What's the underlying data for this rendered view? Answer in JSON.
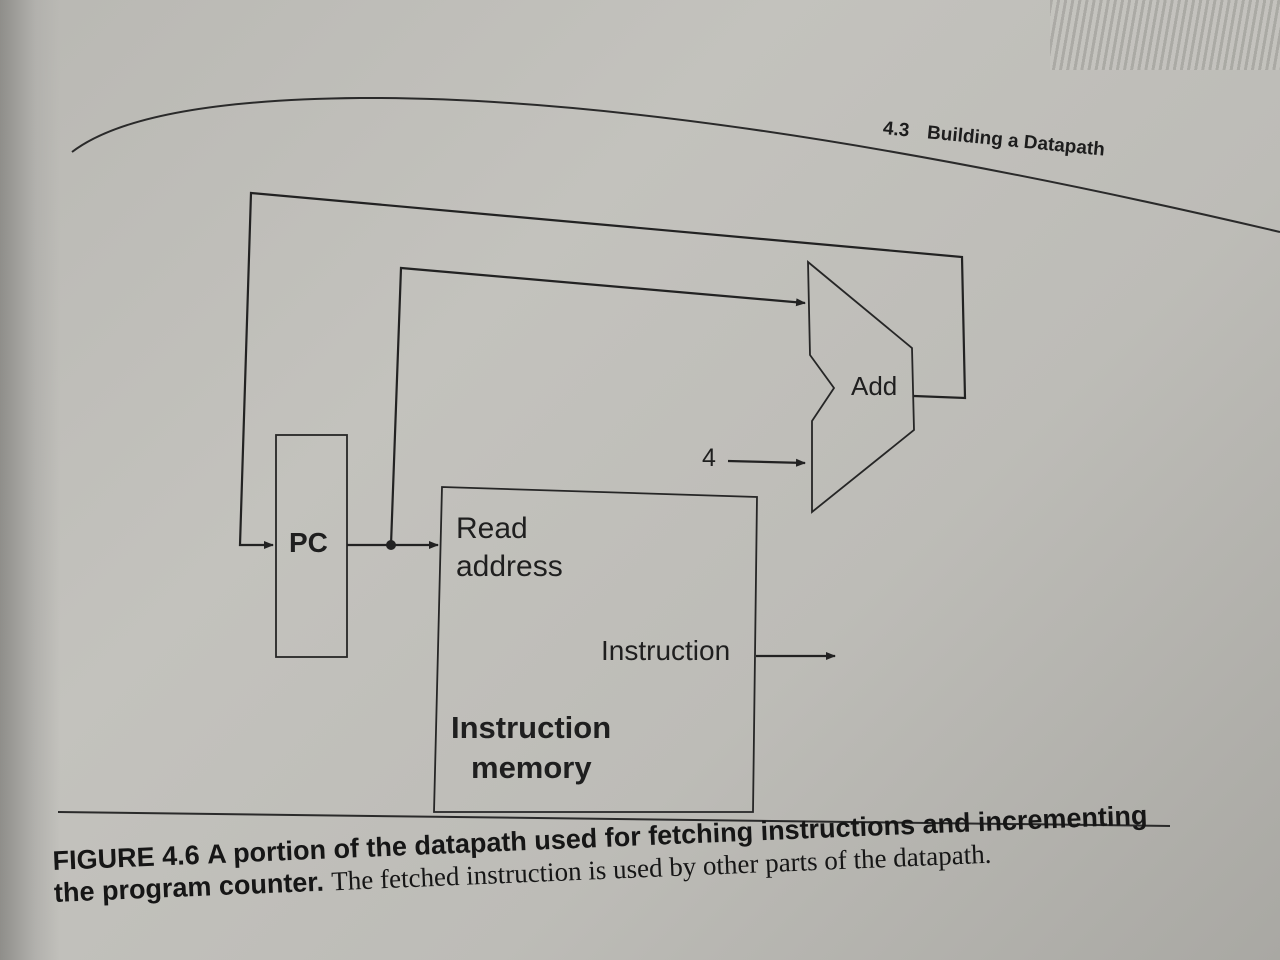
{
  "header": {
    "section_number": "4.3",
    "section_title": "Building a Datapath"
  },
  "diagram": {
    "pc_label": "PC",
    "memory_input_label_line1": "Read",
    "memory_input_label_line2": "address",
    "memory_output_label": "Instruction",
    "memory_name_line1": "Instruction",
    "memory_name_line2": "memory",
    "adder_label": "Add",
    "constant_input": "4"
  },
  "caption": {
    "figure_number": "FIGURE 4.6",
    "title": "A portion of the datapath used for fetching instructions and incrementing the program counter.",
    "body": "The fetched instruction is used by other parts of the datapath."
  }
}
